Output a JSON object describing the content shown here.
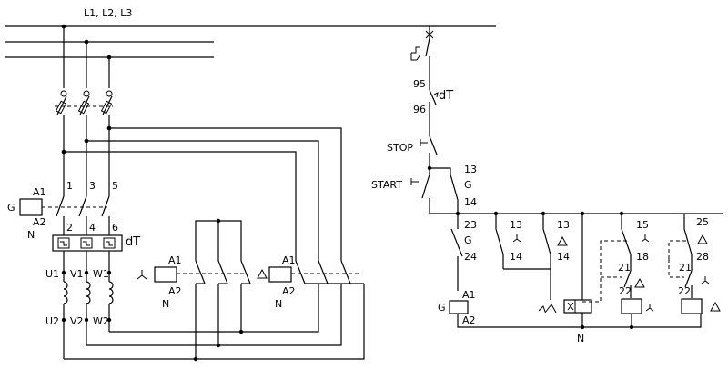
{
  "labels": {
    "supply": "L1, L2, L3",
    "overload_left": "dT",
    "overload_right": "dT",
    "coil_g": "G",
    "coil_g_a1": "A1",
    "coil_g_a2": "A2",
    "coil_g_n": "N",
    "t1": "1",
    "t3": "3",
    "t5": "5",
    "t2": "2",
    "t4": "4",
    "t6": "6",
    "u1": "U1",
    "v1": "V1",
    "w1": "W1",
    "u2": "U2",
    "v2": "V2",
    "w2": "W2",
    "star_a1": "A1",
    "star_a2": "A2",
    "star_n": "N",
    "delta_a1": "A1",
    "delta_a2": "A2",
    "delta_n": "N",
    "ol_95": "95",
    "ol_96": "96",
    "stop": "STOP",
    "start": "START",
    "start_13": "13",
    "start_g": "G",
    "start_14": "14",
    "c1_23": "23",
    "c1_g": "G",
    "c1_24": "24",
    "c2_13": "13",
    "c2_14": "14",
    "c3_13": "13",
    "c3_14": "14",
    "c4_15": "15",
    "c4_18": "18",
    "c5_25": "25",
    "c5_28": "28",
    "c6_21": "21",
    "c6_22": "22",
    "c7_21": "21",
    "c7_22": "22",
    "ctrl_g": "G",
    "ctrl_a1": "A1",
    "ctrl_a2": "A2",
    "ctrl_n": "N"
  }
}
